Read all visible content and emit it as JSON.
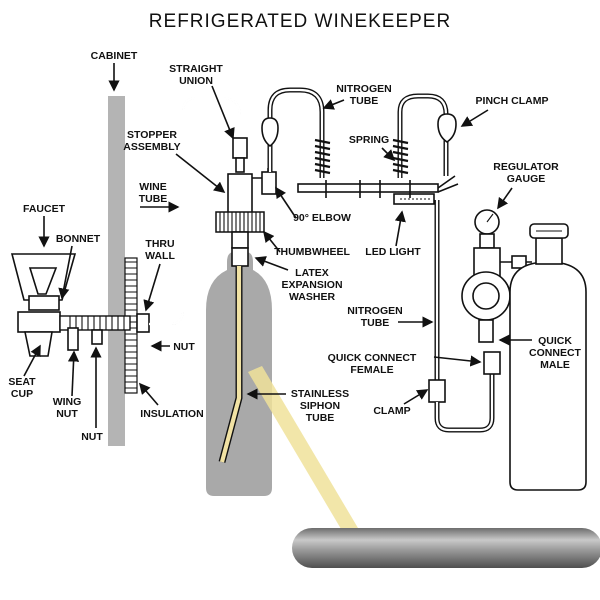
{
  "title": "REFRIGERATED WINEKEEPER",
  "labels": {
    "cabinet": "CABINET",
    "straight_union": [
      "STRAIGHT",
      "UNION"
    ],
    "nitrogen_tube_top": [
      "NITROGEN",
      "TUBE"
    ],
    "pinch_clamp": "PINCH CLAMP",
    "stopper_assembly": [
      "STOPPER",
      "ASSEMBLY"
    ],
    "spring": "SPRING",
    "regulator_gauge": [
      "REGULATOR",
      "GAUGE"
    ],
    "wine_tube": [
      "WINE",
      "TUBE"
    ],
    "faucet": "FAUCET",
    "bonnet": "BONNET",
    "elbow": "90° ELBOW",
    "thumbwheel": "THUMBWHEEL",
    "led_light": "LED LIGHT",
    "thru_wall": [
      "THRU",
      "WALL"
    ],
    "latex_washer": [
      "LATEX",
      "EXPANSION",
      "WASHER"
    ],
    "nitrogen_tube_mid": [
      "NITROGEN",
      "TUBE"
    ],
    "nut_right": "NUT",
    "quick_connect_male": [
      "QUICK",
      "CONNECT",
      "MALE"
    ],
    "quick_connect_female": [
      "QUICK CONNECT",
      "FEMALE"
    ],
    "seat_cup": [
      "SEAT",
      "CUP"
    ],
    "wing_nut": [
      "WING",
      "NUT"
    ],
    "insulation": "INSULATION",
    "siphon_tube": [
      "STAINLESS",
      "SIPHON",
      "TUBE"
    ],
    "clamp": "CLAMP",
    "nut_bottom": "NUT"
  },
  "colors": {
    "bottle": "#a9a9a9",
    "cabinet_wall": "#b4b4b4",
    "siphon": "#f1e2a4",
    "callout": "#f0e29a",
    "rod": "#8f8f8f"
  }
}
